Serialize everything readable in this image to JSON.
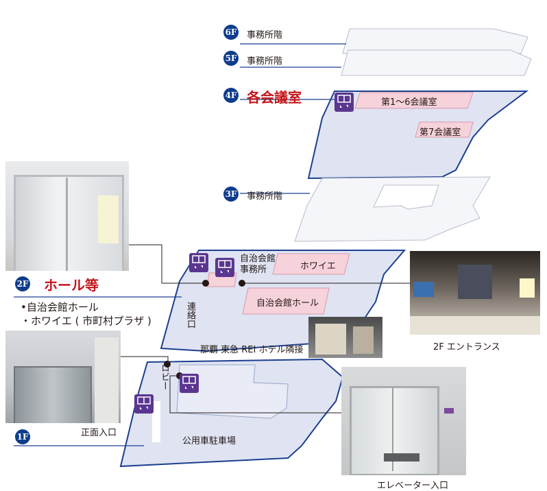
{
  "floors": {
    "f6": {
      "badge": "6F",
      "label": "事務所階"
    },
    "f5": {
      "badge": "5F",
      "label": "事務所階"
    },
    "f4": {
      "badge": "4F",
      "label": "各会議室",
      "rooms": [
        "第1～6会議室",
        "第7会議室"
      ]
    },
    "f3": {
      "badge": "3F",
      "label": "事務所階"
    },
    "f2": {
      "badge": "2F",
      "label": "ホール等",
      "bullets": [
        "•自治会館ホール",
        "・ホワイエ ( 市町村プラザ )"
      ],
      "rooms": {
        "office": "自治会館\n事務所",
        "foyer": "ホワイエ",
        "hall": "自治会館ホール",
        "corridor": "連絡口",
        "neighbor": "那覇 東急 REI ホテル隣接"
      }
    },
    "f1": {
      "badge": "1F",
      "rooms": {
        "lobby": "ロビー",
        "parking": "公用車駐車場"
      }
    }
  },
  "photo_captions": {
    "entrance_2f": "2F エントランス",
    "front_entrance": "正面入口",
    "elevator_entrance": "エレベーター入口"
  },
  "colors": {
    "floor_fill": "#e3e7f4",
    "floor_stroke": "#1c3f8f",
    "upper_floor_fill": "#f2f3f7",
    "room_pink": "#f6d2db",
    "badge_blue": "#0d3c8c",
    "accent_red": "#c4161c",
    "elevator_purple": "#5a3690"
  },
  "icons": [
    "elevator-icon"
  ]
}
